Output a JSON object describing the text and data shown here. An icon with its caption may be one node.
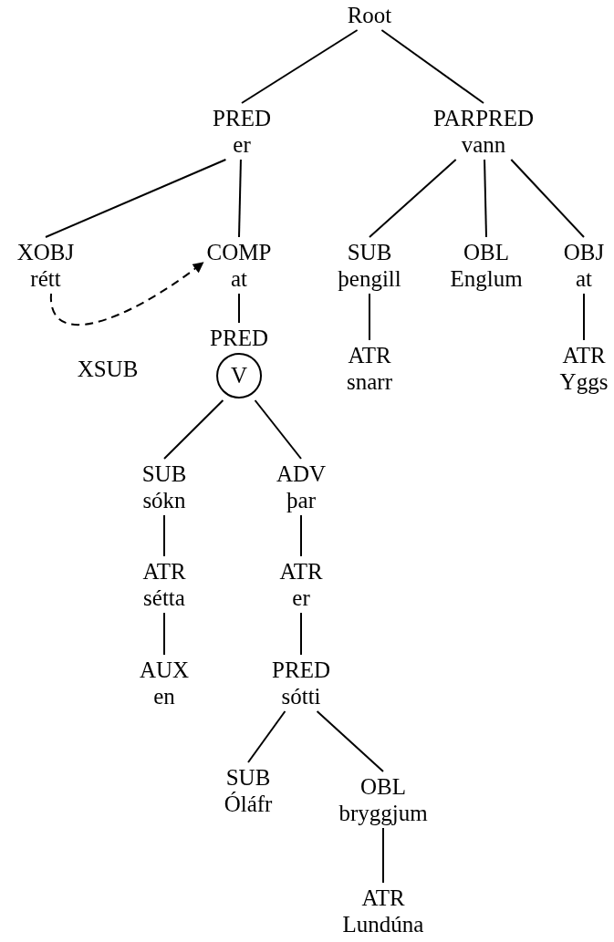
{
  "diagram": {
    "nodes": [
      {
        "text": [
          "Root"
        ]
      },
      {
        "text": [
          "PRED",
          "er"
        ]
      },
      {
        "text": [
          "PARPRED",
          "vann"
        ]
      },
      {
        "text": [
          "XOBJ",
          "rétt"
        ]
      },
      {
        "text": [
          "COMP",
          "at"
        ]
      },
      {
        "text": [
          "SUB",
          "þengill"
        ]
      },
      {
        "text": [
          "OBL",
          "Englum"
        ]
      },
      {
        "text": [
          "OBJ",
          "at"
        ]
      },
      {
        "text": [
          "PRED",
          "V"
        ]
      },
      {
        "text": [
          "ATR",
          "snarr"
        ]
      },
      {
        "text": [
          "ATR",
          "Yggs"
        ]
      },
      {
        "text": [
          "SUB",
          "sókn"
        ]
      },
      {
        "text": [
          "ADV",
          "þar"
        ]
      },
      {
        "text": [
          "ATR",
          "sétta"
        ]
      },
      {
        "text": [
          "ATR",
          "er"
        ]
      },
      {
        "text": [
          "AUX",
          "en"
        ]
      },
      {
        "text": [
          "PRED",
          "sótti"
        ]
      },
      {
        "text": [
          "SUB",
          "Óláfr"
        ]
      },
      {
        "text": [
          "OBL",
          "bryggjum"
        ]
      },
      {
        "text": [
          "ATR",
          "Lundúna"
        ]
      }
    ],
    "edges": [
      {
        "from": 0,
        "to": 1,
        "arrow": "none"
      },
      {
        "from": 0,
        "to": 2,
        "arrow": "none"
      },
      {
        "from": 1,
        "to": 3,
        "arrow": "none"
      },
      {
        "from": 1,
        "to": 4,
        "arrow": "none"
      },
      {
        "from": 2,
        "to": 5,
        "arrow": "none"
      },
      {
        "from": 2,
        "to": 6,
        "arrow": "none"
      },
      {
        "from": 2,
        "to": 7,
        "arrow": "none"
      },
      {
        "from": 3,
        "to": 4,
        "arrow": "to",
        "style": "dashed",
        "label": "XSUB"
      },
      {
        "from": 4,
        "to": 8,
        "arrow": "none"
      },
      {
        "from": 5,
        "to": 9,
        "arrow": "none"
      },
      {
        "from": 7,
        "to": 10,
        "arrow": "none"
      },
      {
        "from": 8,
        "to": 11,
        "arrow": "none"
      },
      {
        "from": 8,
        "to": 12,
        "arrow": "none"
      },
      {
        "from": 11,
        "to": 13,
        "arrow": "none"
      },
      {
        "from": 12,
        "to": 14,
        "arrow": "none"
      },
      {
        "from": 13,
        "to": 15,
        "arrow": "none"
      },
      {
        "from": 14,
        "to": 16,
        "arrow": "none"
      },
      {
        "from": 16,
        "to": 17,
        "arrow": "none"
      },
      {
        "from": 16,
        "to": 18,
        "arrow": "none"
      },
      {
        "from": 18,
        "to": 19,
        "arrow": "none"
      }
    ]
  }
}
